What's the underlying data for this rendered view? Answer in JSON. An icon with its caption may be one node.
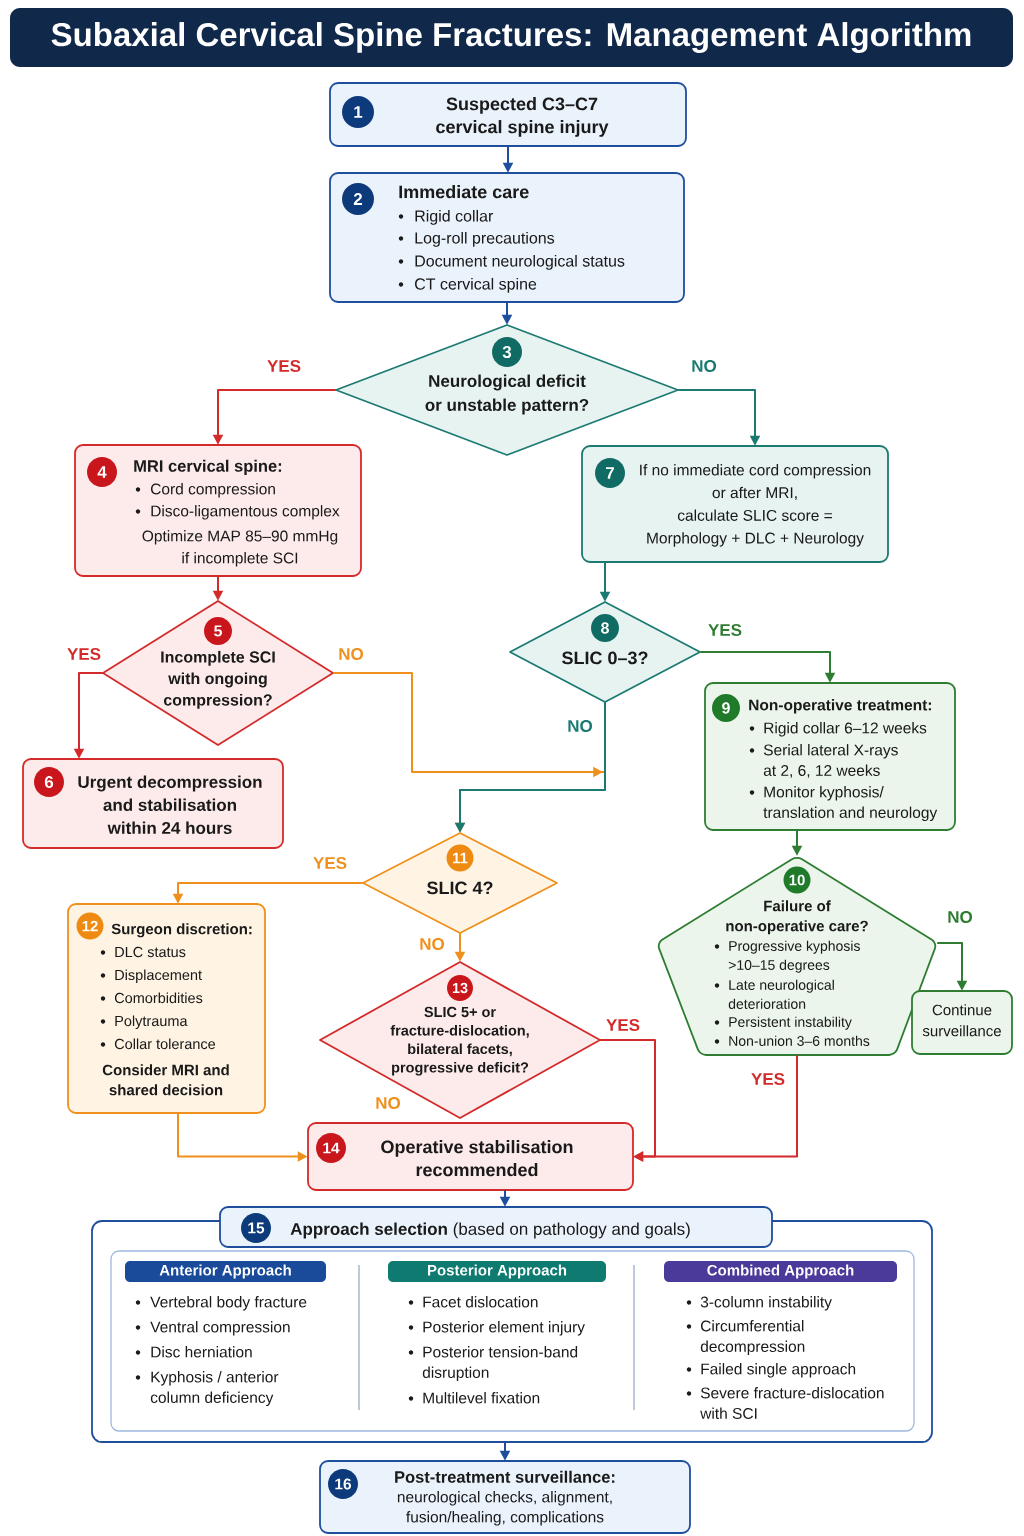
{
  "diagram": {
    "title": "Subaxial Cervical Spine Fractures: Management Algorithm",
    "nodes": [
      {
        "text": [
          "1",
          "Suspected C3–C7 cervical spine injury"
        ]
      },
      {
        "text": [
          "2",
          "Immediate care",
          "Rigid collar",
          "Log-roll precautions",
          "Document neurological status",
          "CT cervical spine"
        ]
      },
      {
        "text": [
          "3",
          "Neurological deficit or unstable pattern?"
        ]
      },
      {
        "text": [
          "4",
          "MRI cervical spine:",
          "Cord compression",
          "Disco-ligamentous complex",
          "Optimize MAP 85–90 mmHg if incomplete SCI"
        ]
      },
      {
        "text": [
          "5",
          "Incomplete SCI with ongoing compression?"
        ]
      },
      {
        "text": [
          "6",
          "Urgent decompression and stabilisation within 24 hours"
        ]
      },
      {
        "text": [
          "7",
          "If no immediate cord compression or after MRI, calculate SLIC score = Morphology + DLC + Neurology"
        ]
      },
      {
        "text": [
          "8",
          "SLIC 0–3?"
        ]
      },
      {
        "text": [
          "9",
          "Non-operative treatment:",
          "Rigid collar 6–12 weeks",
          "Serial lateral X-rays at 2, 6, 12 weeks",
          "Monitor kyphosis/ translation and neurology"
        ]
      },
      {
        "text": [
          "10",
          "Failure of non-operative care?",
          "Progressive kyphosis >10–15 degrees",
          "Late neurological deterioration",
          "Persistent instability",
          "Non-union 3–6 months"
        ]
      },
      {
        "text": [
          "11",
          "SLIC 4?"
        ]
      },
      {
        "text": [
          "12",
          "Surgeon discretion:",
          "DLC status",
          "Displacement",
          "Comorbidities",
          "Polytrauma",
          "Collar tolerance",
          "Consider MRI and shared decision"
        ]
      },
      {
        "text": [
          "13",
          "SLIC 5+ or fracture-dislocation, bilateral facets, progressive deficit?"
        ]
      },
      {
        "text": [
          "14",
          "Operative stabilisation recommended"
        ]
      },
      {
        "text": [
          "Continue surveillance"
        ]
      },
      {
        "text": [
          "15",
          "**Approach selection** (based on pathology and goals)"
        ]
      },
      {
        "text": [
          "Anterior Approach"
        ],
        "in": 15,
        "beside": [
          "Vertebral body fracture",
          "Ventral compression",
          "Disc herniation",
          "Kyphosis / anterior column deficiency"
        ]
      },
      {
        "text": [
          "Posterior Approach"
        ],
        "in": 15,
        "beside": [
          "Facet dislocation",
          "Posterior element injury",
          "Posterior tension-band disruption",
          "Multilevel fixation"
        ]
      },
      {
        "text": [
          "Combined Approach"
        ],
        "in": 15,
        "beside": [
          "3-column instability",
          "Circumferential decompression",
          "Failed single approach",
          "Severe fracture-dislocation with SCI"
        ]
      },
      {
        "text": [
          "16",
          "Post-treatment surveillance:",
          "neurological checks, alignment, fusion/healing, complications"
        ]
      }
    ],
    "edges": [
      {
        "from": 0,
        "to": 1,
        "arrow": "to",
        "color": "#1f4e9c"
      },
      {
        "from": 1,
        "to": 2,
        "arrow": "to",
        "color": "#1f4e9c"
      },
      {
        "from": 2,
        "to": 3,
        "arrow": "to",
        "label": "YES",
        "color": "#d42a2a"
      },
      {
        "from": 2,
        "to": 6,
        "arrow": "to",
        "label": "NO",
        "color": "#1b7a72"
      },
      {
        "from": 3,
        "to": 4,
        "arrow": "to",
        "color": "#d42a2a"
      },
      {
        "from": 4,
        "to": 5,
        "arrow": "to",
        "label": "YES",
        "color": "#d42a2a"
      },
      {
        "from": 4,
        "to": 10,
        "arrow": "to",
        "label": "NO",
        "color": "#f0901c"
      },
      {
        "from": 6,
        "to": 7,
        "arrow": "to",
        "color": "#1b7a72"
      },
      {
        "from": 7,
        "to": 8,
        "arrow": "to",
        "label": "YES",
        "color": "#2e7d32"
      },
      {
        "from": 7,
        "to": 10,
        "arrow": "to",
        "label": "NO",
        "color": "#1b7a72"
      },
      {
        "from": 8,
        "to": 9,
        "arrow": "to",
        "color": "#2e7d32"
      },
      {
        "from": 9,
        "to": 14,
        "arrow": "to",
        "label": "NO",
        "color": "#2e7d32"
      },
      {
        "from": 9,
        "to": 13,
        "arrow": "to",
        "label": "YES",
        "color": "#d42a2a"
      },
      {
        "from": 10,
        "to": 11,
        "arrow": "to",
        "label": "YES",
        "color": "#f0901c"
      },
      {
        "from": 10,
        "to": 12,
        "arrow": "to",
        "label": "NO",
        "color": "#f0901c"
      },
      {
        "from": 12,
        "to": 13,
        "arrow": "to",
        "label": "YES",
        "color": "#d42a2a"
      },
      {
        "from": 11,
        "to": 13,
        "arrow": "to",
        "color": "#f0901c"
      },
      {
        "from": 13,
        "to": 15,
        "arrow": "to",
        "color": "#1f4e9c"
      },
      {
        "from": 15,
        "to": 19,
        "arrow": "to",
        "color": "#1f4e9c"
      }
    ],
    "labels": [
      "NO"
    ]
  }
}
